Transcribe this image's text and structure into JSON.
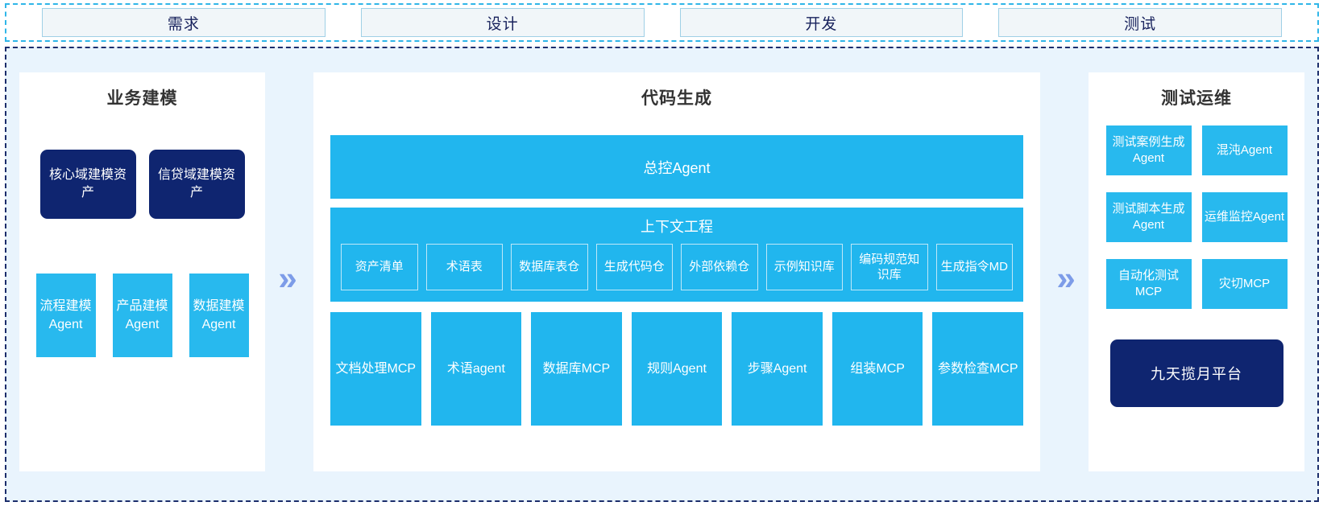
{
  "phases": {
    "items": [
      {
        "label": "需求"
      },
      {
        "label": "设计"
      },
      {
        "label": "开发"
      },
      {
        "label": "测试"
      }
    ]
  },
  "arrows": {
    "glyph": "»"
  },
  "left_panel": {
    "title": "业务建模",
    "assets": [
      {
        "label": "核心域建模资产"
      },
      {
        "label": "信贷域建模资产"
      }
    ],
    "agents": [
      {
        "label": "流程建模Agent"
      },
      {
        "label": "产品建模Agent"
      },
      {
        "label": "数据建模Agent"
      }
    ]
  },
  "center_panel": {
    "title": "代码生成",
    "master_agent": "总控Agent",
    "context": {
      "title": "上下文工程",
      "items": [
        {
          "label": "资产清单"
        },
        {
          "label": "术语表"
        },
        {
          "label": "数据库表仓"
        },
        {
          "label": "生成代码仓"
        },
        {
          "label": "外部依赖仓"
        },
        {
          "label": "示例知识库"
        },
        {
          "label": "编码规范知识库"
        },
        {
          "label": "生成指令MD"
        }
      ]
    },
    "tools": [
      {
        "label": "文档处理MCP"
      },
      {
        "label": "术语agent"
      },
      {
        "label": "数据库MCP"
      },
      {
        "label": "规则Agent"
      },
      {
        "label": "步骤Agent"
      },
      {
        "label": "组装MCP"
      },
      {
        "label": "参数检查MCP"
      }
    ]
  },
  "right_panel": {
    "title": "测试运维",
    "items": [
      {
        "label": "测试案例生成Agent"
      },
      {
        "label": "混沌Agent"
      },
      {
        "label": "测试脚本生成Agent"
      },
      {
        "label": "运维监控Agent"
      },
      {
        "label": "自动化测试MCP"
      },
      {
        "label": "灾切MCP"
      }
    ],
    "platform": "九天揽月平台"
  },
  "colors": {
    "cyan": "#21b6ee",
    "navy": "#0f2570",
    "arrow": "#7d9ce8",
    "frame_bg": "#e9f4fd",
    "phase_border": "#2fb6e8"
  }
}
